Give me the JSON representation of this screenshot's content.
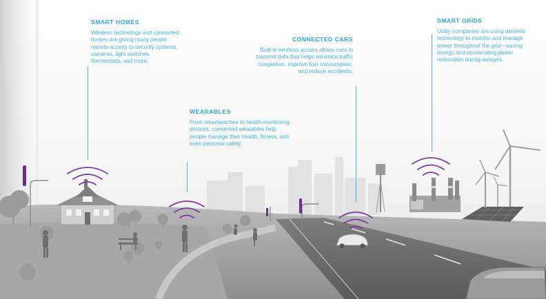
{
  "callouts": {
    "smart_homes": {
      "title": "SMART HOMES",
      "body": "Wireless technology and connected homes are giving many people remote access to security systems, cameras, light switches, thermostats, and more."
    },
    "connected_cars": {
      "title": "CONNECTED CARS",
      "body": "Built-in wireless access allows cars to transmit data that helps minimize traffic congestion, improve fuel consumption, and reduce accidents."
    },
    "smart_grids": {
      "title": "SMART GRIDS",
      "body": "Utility companies are using wireless technology to monitor and manage power throughout the grid—saving energy and accelerating power restoration during outages."
    },
    "wearables": {
      "title": "WEARABLES",
      "body": "From smartwatches to health-monitoring devices, connected wearables help people manage their health, fitness, and even personal safety."
    }
  },
  "colors": {
    "accent_text": "#3fb2de",
    "leader_line": "#47b4e0",
    "wifi_signal": "#7a3aa0",
    "antenna": "#6a2d8c"
  },
  "icons": [
    "wifi-signal-icon",
    "cell-tower-icon",
    "wind-turbine-icon",
    "solar-panel-icon",
    "power-plant-icon"
  ]
}
